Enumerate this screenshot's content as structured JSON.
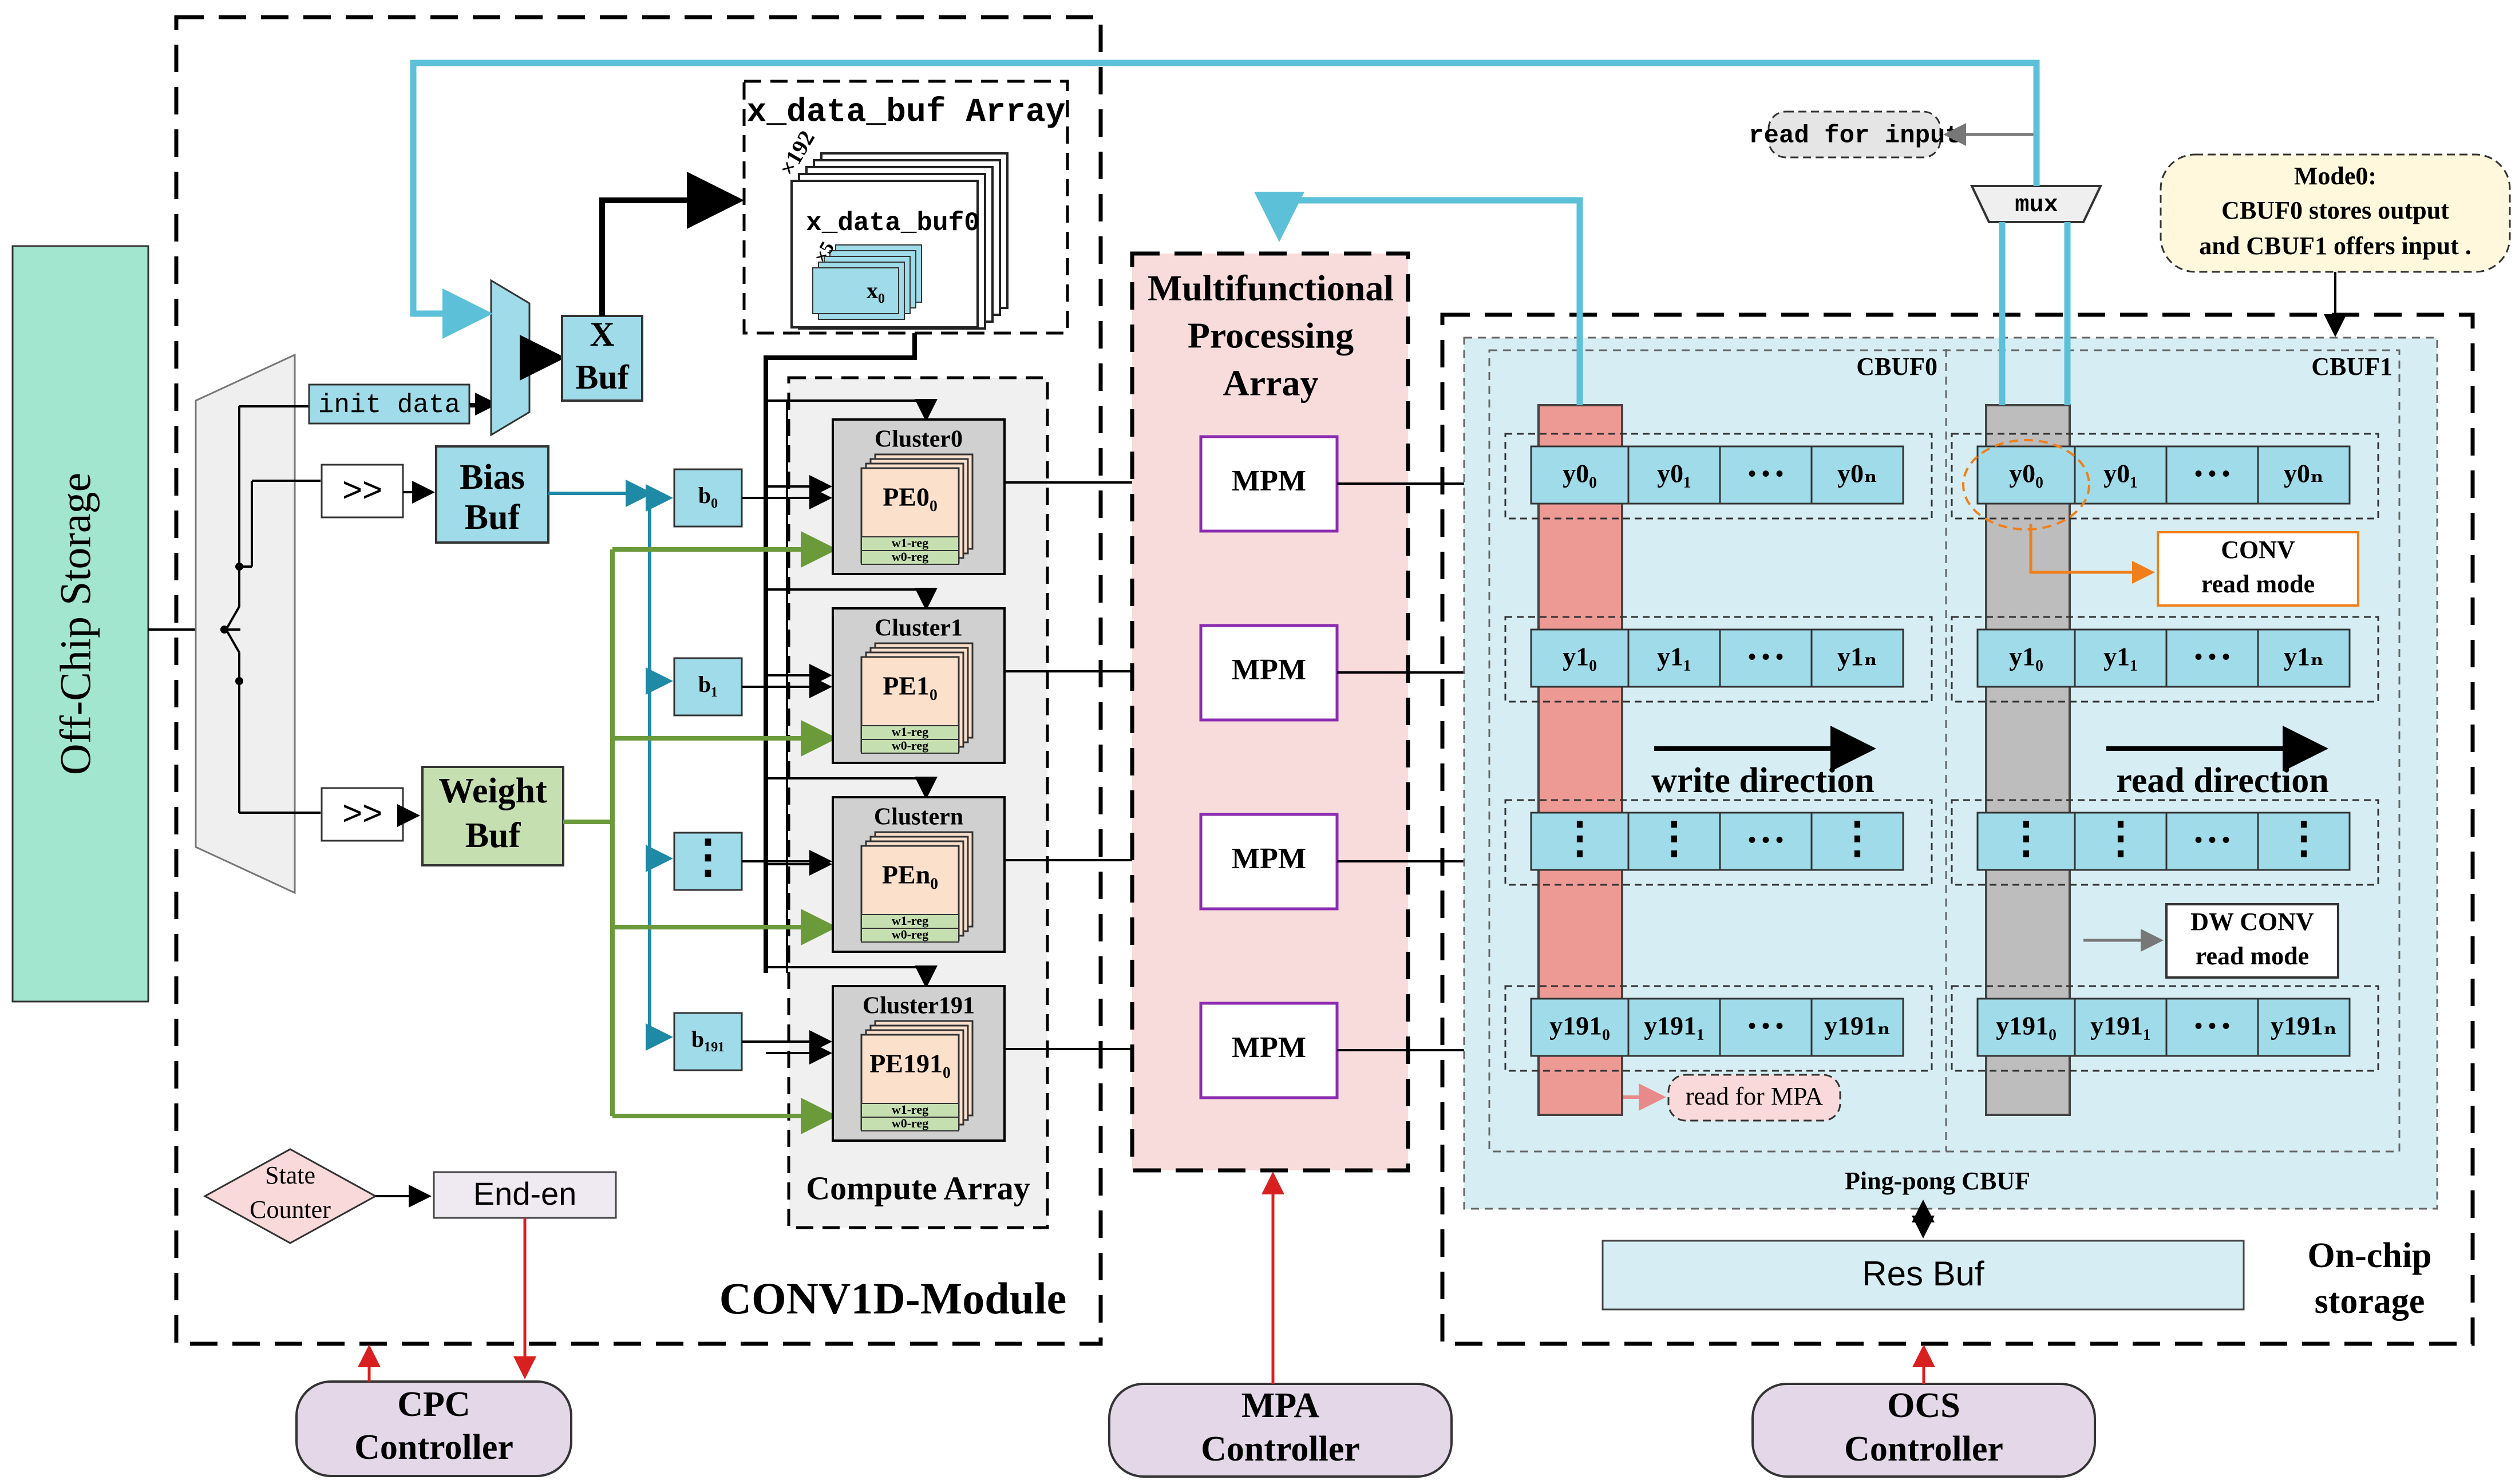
{
  "labels": {
    "off_chip": "Off-Chip Storage",
    "init_data": "init data",
    "shift": ">>",
    "bias_buf_1": "Bias",
    "bias_buf_2": "Buf",
    "weight_buf_1": "Weight",
    "weight_buf_2": "Buf",
    "xbuf_1": "X",
    "xbuf_2": "Buf",
    "x_array_title": "x_data_buf Array",
    "x_buf0": "x_data_buf0",
    "x192": "×192",
    "x5": "×5",
    "x0": "x₀",
    "state_counter_1": "State",
    "state_counter_2": "Counter",
    "end_en": "End-en",
    "compute_array": "Compute Array",
    "conv1d_module": "CONV1D-Module",
    "mpa_title_1": "Multifunctional",
    "mpa_title_2": "Processing",
    "mpa_title_3": "Array",
    "mpm": "MPM",
    "read_for_input": "read for input",
    "mux": "mux",
    "mode_1": "Mode0:",
    "mode_2": "CBUF0 stores output",
    "mode_3": "and CBUF1 offers input .",
    "cbuf0": "CBUF0",
    "cbuf1": "CBUF1",
    "conv_read_1": "CONV",
    "conv_read_2": "read mode",
    "dw_read_1": "DW CONV",
    "dw_read_2": "read mode",
    "write_dir": "write direction",
    "read_dir": "read direction",
    "read_for_mpa": "read for MPA",
    "pingpong": "Ping-pong CBUF",
    "res_buf": "Res Buf",
    "onchip_1": "On-chip",
    "onchip_2": "storage",
    "cpc_1": "CPC",
    "cpc_2": "Controller",
    "mpa_ctrl_1": "MPA",
    "mpa_ctrl_2": "Controller",
    "ocs_1": "OCS",
    "ocs_2": "Controller",
    "w1_reg": "w1-reg",
    "w0_reg": "w0-reg",
    "dots": "• • •"
  },
  "clusters": [
    {
      "name": "Cluster0",
      "pe": "PE0₀",
      "bias": "b₀"
    },
    {
      "name": "Cluster1",
      "pe": "PE1₀",
      "bias": "b₁"
    },
    {
      "name": "Clustern",
      "pe": "PEn₀",
      "bias": "⋮"
    },
    {
      "name": "Cluster191",
      "pe": "PE191₀",
      "bias": "b₁₉₁"
    }
  ],
  "cbuf0_rows": [
    [
      "y0₀",
      "y0₁",
      "• • •",
      "y0ₙ"
    ],
    [
      "y1₀",
      "y1₁",
      "• • •",
      "y1ₙ"
    ],
    [
      "⋮",
      "⋮",
      "• • •",
      "⋮"
    ],
    [
      "y191₀",
      "y191₁",
      "• • •",
      "y191ₙ"
    ]
  ],
  "cbuf1_rows": [
    [
      "y0₀",
      "y0₁",
      "• • •",
      "y0ₙ"
    ],
    [
      "y1₀",
      "y1₁",
      "• • •",
      "y1ₙ"
    ],
    [
      "⋮",
      "⋮",
      "• • •",
      "⋮"
    ],
    [
      "y191₀",
      "y191₁",
      "• • •",
      "y191ₙ"
    ]
  ],
  "colors": {
    "cyan_line": "#5bc0d8",
    "teal_line": "#1f8aa6",
    "green_line": "#6b9a3a",
    "red_line": "#d92020",
    "orange": "#f07f1a",
    "cell_fill": "#9fdbe8",
    "offchip_fill": "#a3e6cf",
    "weight_fill": "#c6dfb0",
    "mpa_fill": "#f8dcdc",
    "pe_fill": "#fbe0cc",
    "controller_fill": "#e3d7e8",
    "cbuf_fill": "#d6eef3"
  }
}
